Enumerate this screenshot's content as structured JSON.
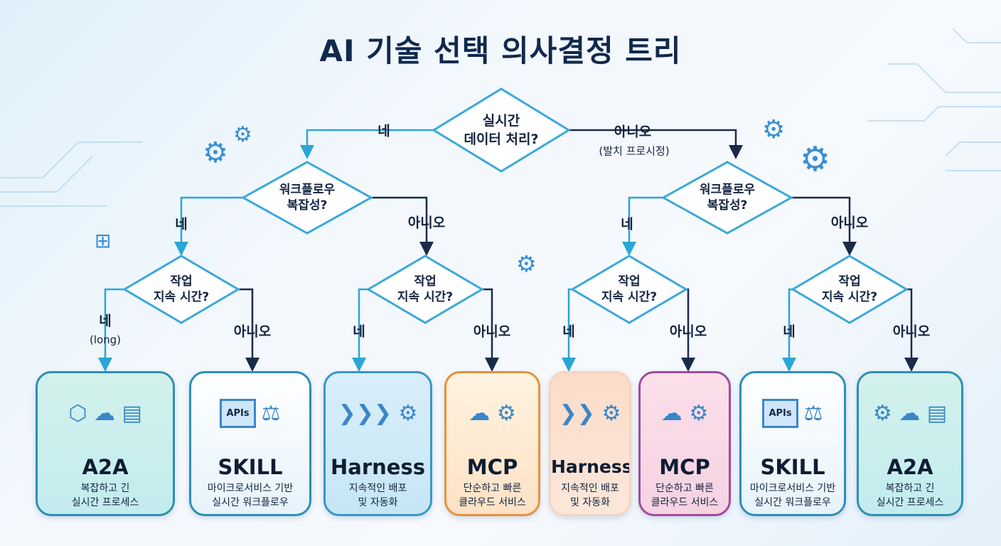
{
  "title": "AI 기술 선택 의사결정 트리",
  "root": {
    "question": [
      "실시간",
      "데이터 처리?"
    ],
    "yes": "네",
    "no": "아니오",
    "no_note": "(발치 프로시정)"
  },
  "level1": [
    {
      "question": [
        "워크플로우",
        "복잡성?"
      ],
      "yes": "네",
      "no": "아니오"
    },
    {
      "question": [
        "워크플로우",
        "복잡성?"
      ],
      "yes": "네",
      "no": "아니오"
    }
  ],
  "level2": [
    {
      "question": [
        "작업",
        "지속 시간?"
      ],
      "yes": "네",
      "yes_note": "(long)",
      "no": "아니오"
    },
    {
      "question": [
        "작업",
        "지속 시간?"
      ],
      "yes": "네",
      "no": "아니오"
    },
    {
      "question": [
        "작업",
        "지속 시간?"
      ],
      "yes": "네",
      "no": "아니오"
    },
    {
      "question": [
        "작업",
        "지속 시간?"
      ],
      "yes": "네",
      "no": "아니오"
    }
  ],
  "cards": [
    {
      "name": "A2A",
      "desc": [
        "복잡하고 긴",
        "실시간 프로세스"
      ],
      "icons": [
        "network",
        "cloud",
        "database",
        "server"
      ]
    },
    {
      "name": "SKILL",
      "desc": [
        "마이크로서비스 기반",
        "실시간 워크플로우"
      ],
      "icons": [
        "cube",
        "monitor-apis",
        "gear",
        "scale"
      ],
      "icon_text": "APIs"
    },
    {
      "name": "Harness",
      "desc": [
        "지속적인 배포",
        "및 자동화"
      ],
      "icons": [
        "package",
        "pipeline",
        "gear"
      ]
    },
    {
      "name": "MCP",
      "desc": [
        "단순하고 빠른",
        "클라우드 서비스"
      ],
      "icons": [
        "cloud-upload",
        "server",
        "gear"
      ]
    },
    {
      "name": "Harness",
      "desc": [
        "지속적인 배포",
        "및 자동화"
      ],
      "icons": [
        "package",
        "pipeline",
        "gear"
      ]
    },
    {
      "name": "MCP",
      "desc": [
        "단순하고 빠른",
        "클라우드 서비스"
      ],
      "icons": [
        "cloud-upload",
        "server",
        "gear"
      ]
    },
    {
      "name": "SKILL",
      "desc": [
        "마이크로서비스 기반",
        "실시간 워크플로우"
      ],
      "icons": [
        "cube",
        "monitor-apis",
        "gear",
        "scale"
      ],
      "icon_text": "APIs"
    },
    {
      "name": "A2A",
      "desc": [
        "복잡하고 긴",
        "실시간 프로세스"
      ],
      "icons": [
        "gear",
        "cloud",
        "database",
        "server"
      ]
    }
  ],
  "colors": {
    "yes_arrow": "#2aa6d6",
    "no_arrow": "#1a2b4a",
    "diamond_border": "#3aa9d8",
    "title": "#10294d"
  }
}
